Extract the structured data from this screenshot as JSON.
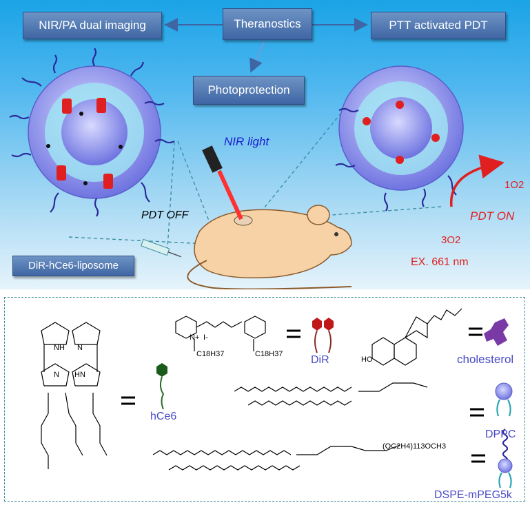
{
  "boxes": {
    "nir_pa": "NIR/PA dual imaging",
    "theranostics": "Theranostics",
    "ptt_pdt": "PTT activated PDT",
    "photoprotection": "Photoprotection",
    "liposome": "DiR-hCe6-liposome"
  },
  "labels": {
    "nir_light": "NIR light",
    "pdt_off": "PDT OFF",
    "pdt_on": "PDT ON",
    "singlet_o2": "1O2",
    "triplet_o2": "3O2",
    "excitation": "EX. 661 nm"
  },
  "legend": {
    "dir": "DiR",
    "hce6": "hCe6",
    "cholesterol": "cholesterol",
    "dppc": "DPPC",
    "dspe": "DSPE-mPEG5k",
    "equals": "="
  },
  "chem": {
    "c18a": "C18H37",
    "c18b": "C18H37",
    "iodide": "I-",
    "nplus": "N+",
    "nh1": "NH",
    "nh2": "HN",
    "n1": "N",
    "n2": "N",
    "ho": "HO",
    "peg": "(OC2H4)113OCH3"
  },
  "colors": {
    "box_fill": "#4f76b0",
    "accent_red": "#e02020",
    "legend_text": "#4b4bc8",
    "sphere": "#8a8ff0"
  }
}
